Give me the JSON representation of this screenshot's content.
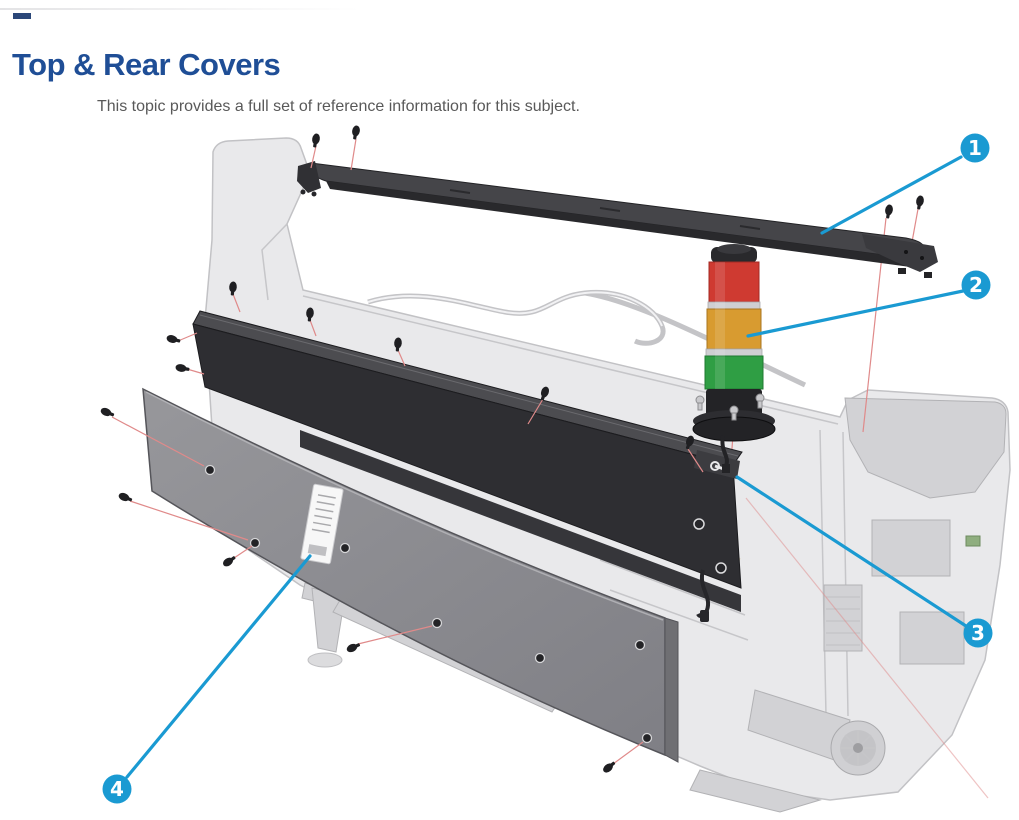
{
  "page": {
    "title": "Top & Rear Covers",
    "subtitle": "This topic provides a full set of reference information for this subject."
  },
  "colors": {
    "title_blue": "#1f4e96",
    "subtitle_gray": "#595959",
    "top_dash_navy": "#2b4779",
    "callout_blue": "#1a9ad2",
    "alignment_line_red": "#e08a8a",
    "cover_dark": "#2e2e32",
    "panel_gray": "#8d8d91",
    "printer_light_gray": "#e9e9eb",
    "beacon_red": "#cf3a31",
    "beacon_amber": "#d89b30",
    "beacon_green": "#2f9e44"
  },
  "figure": {
    "description": "Exploded rear view of a large-format printer showing removal of top and rear covers, fixing screws and the status beacon tower",
    "callouts": [
      {
        "number": "1",
        "part": "top-cover-bar"
      },
      {
        "number": "2",
        "part": "beacon-tower"
      },
      {
        "number": "3",
        "part": "rear-cover-panel"
      },
      {
        "number": "4",
        "part": "lower-rear-panel"
      }
    ]
  }
}
